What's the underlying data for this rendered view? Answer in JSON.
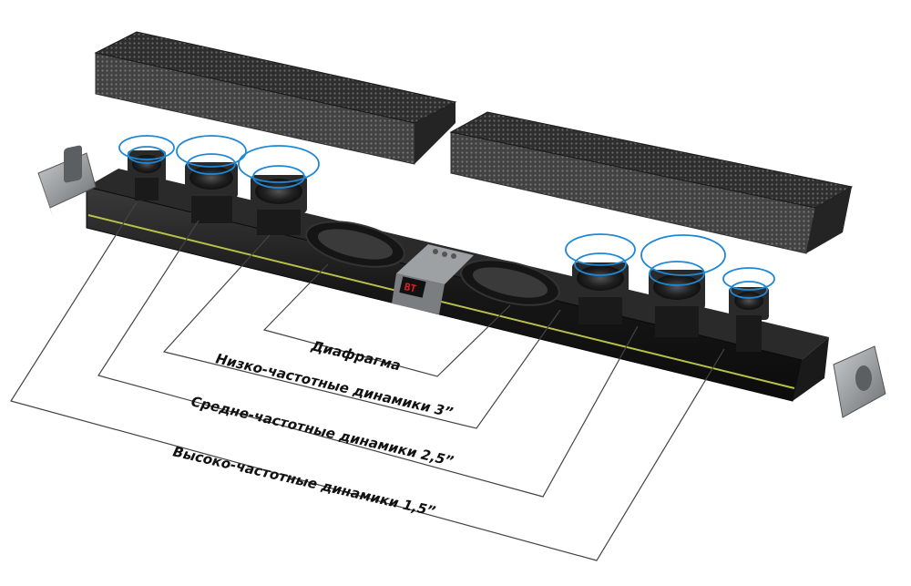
{
  "labels": {
    "diaphragm": "Диафрагма",
    "woofers": "Низко-частотные динамики 3”",
    "midrange": "Средне-частотные динамики 2,5”",
    "tweeters": "Высоко-частотные динамики 1,5”"
  },
  "display": {
    "bt_text": "BT"
  },
  "colors": {
    "grille": "#3a3a3a",
    "body": "#1c1c1c",
    "accent_stripe": "#b8c24a",
    "sound_ring": "#1e88d6",
    "display_led": "#e02020",
    "end_cap": "#8a8d90"
  },
  "icons": [
    "speaker-driver-icon",
    "passive-radiator-icon",
    "sound-wave-icon",
    "control-buttons-icon"
  ]
}
